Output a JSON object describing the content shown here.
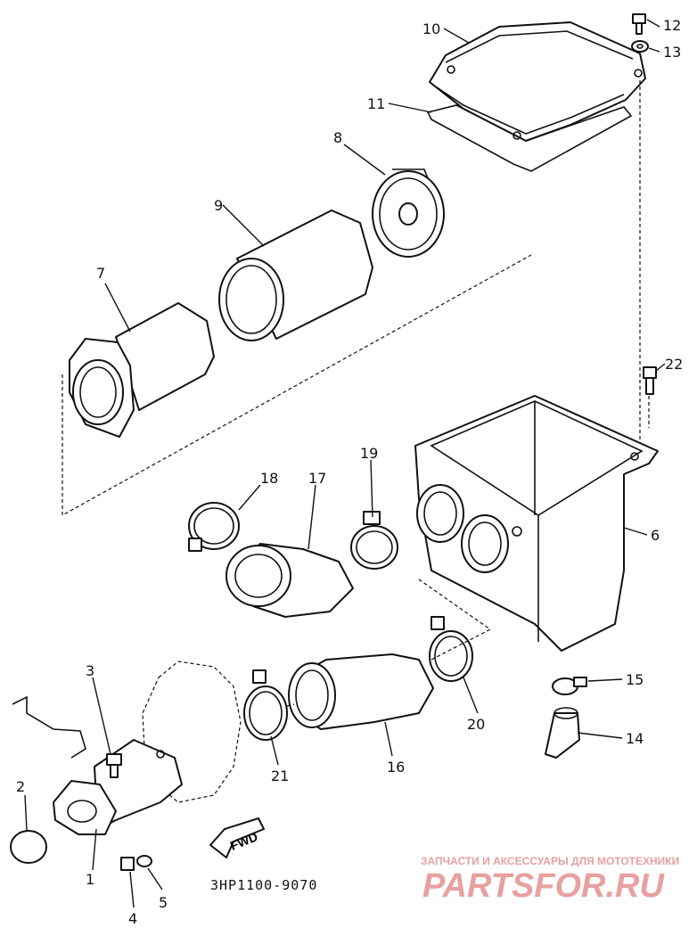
{
  "diagram": {
    "callouts": [
      "1",
      "2",
      "3",
      "4",
      "5",
      "6",
      "7",
      "8",
      "9",
      "10",
      "11",
      "12",
      "13",
      "14",
      "15",
      "16",
      "17",
      "18",
      "19",
      "20",
      "21",
      "22"
    ],
    "drawing_code": "3HP1100-9070",
    "fwd_label": "FWD"
  },
  "watermark": {
    "tagline": "ЗАПЧАСТИ И АКСЕССУАРЫ ДЛЯ МОТОТЕХНИКИ",
    "brand": "PARTSFOR.RU",
    "color": "#e8a0a0"
  }
}
